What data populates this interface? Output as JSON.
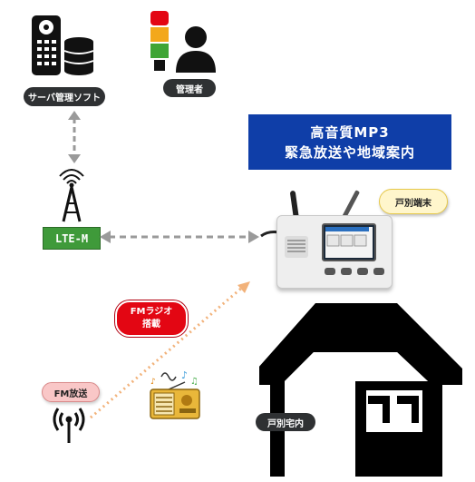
{
  "labels": {
    "server_software": "サーバ管理ソフト",
    "admin": "管理者",
    "banner_line1": "高音質MP3",
    "banner_line2": "緊急放送や地域案内",
    "household_terminal": "戸別端末",
    "lte": "LTE-M",
    "fm_radio_line1": "FMラジオ",
    "fm_radio_line2": "搭載",
    "fm_broadcast": "FM放送",
    "inside_house": "戸別宅内"
  },
  "icons": {
    "remote": "remote-control-icon",
    "database": "database-icon",
    "signal_tower": "signal-tower-light-icon",
    "person": "person-icon",
    "antenna": "cell-antenna-icon",
    "broadcast": "broadcast-icon",
    "radio": "radio-icon",
    "house": "house-icon"
  },
  "colors": {
    "banner": "#0f3ea8",
    "lte": "#3f9a3a",
    "fm_radio_badge": "#e30613",
    "terminal_badge": "#fff6cc",
    "fm_broadcast_badge": "#f9c7c7",
    "house": "#000000"
  }
}
